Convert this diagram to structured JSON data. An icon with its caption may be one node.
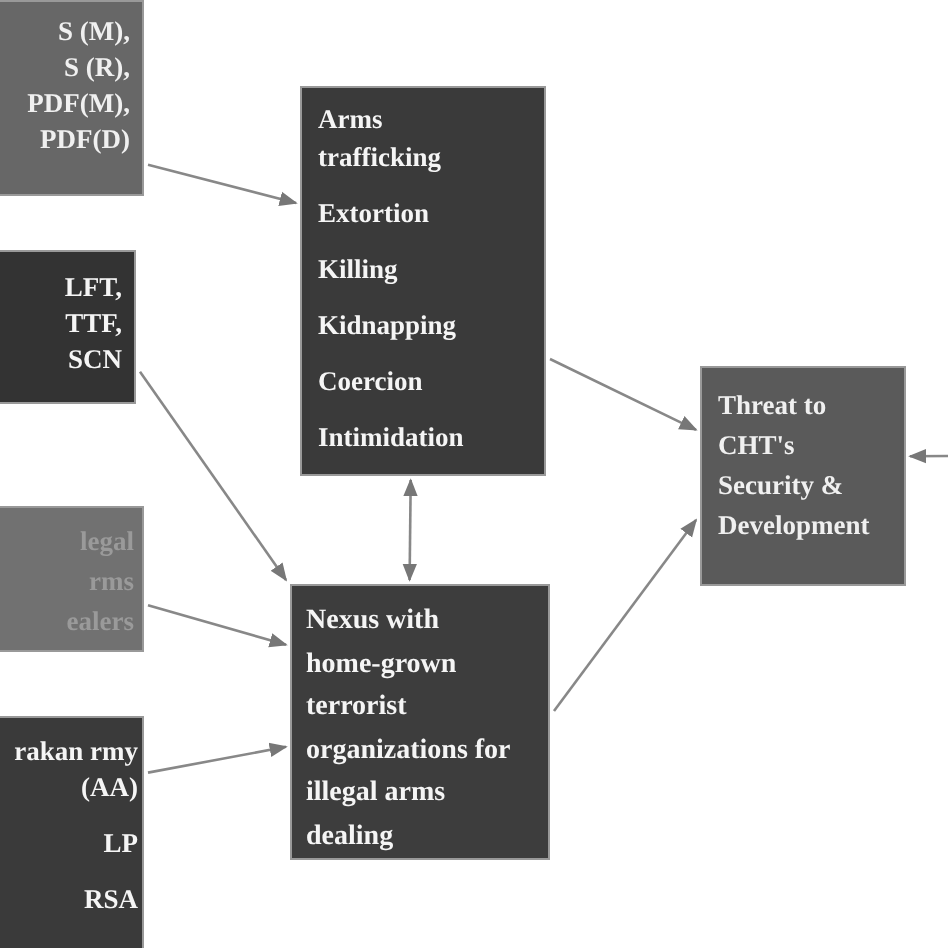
{
  "diagram": {
    "nodes": [
      {
        "text": [
          "S (M),",
          "S (R),",
          "PDF(M),",
          "PDF(D)"
        ]
      },
      {
        "text": [
          "LFT,",
          "TTF,",
          "SCN"
        ]
      },
      {
        "text": [
          "legal rms ealers"
        ]
      },
      {
        "text": [
          "rakan rmy (AA)",
          "LP",
          "RSA"
        ]
      },
      {
        "text": [
          "Arms trafficking",
          "Extortion",
          "Killing",
          "Kidnapping",
          "Coercion",
          "Intimidation"
        ]
      },
      {
        "text": [
          "Nexus with home-grown terrorist organizations for illegal arms dealing"
        ]
      },
      {
        "text": [
          "Threat to CHT's Security & Development"
        ]
      }
    ],
    "edges": [
      {
        "from": 0,
        "to": 4,
        "arrow": "to"
      },
      {
        "from": 1,
        "to": 5,
        "arrow": "to"
      },
      {
        "from": 2,
        "to": 5,
        "arrow": "to"
      },
      {
        "from": 3,
        "to": 5,
        "arrow": "to"
      },
      {
        "from": 4,
        "to": 5,
        "arrow": "both"
      },
      {
        "from": 4,
        "to": 6,
        "arrow": "to"
      },
      {
        "from": 5,
        "to": 6,
        "arrow": "to"
      },
      {
        "from": null,
        "to": 6,
        "arrow": "to"
      }
    ]
  }
}
